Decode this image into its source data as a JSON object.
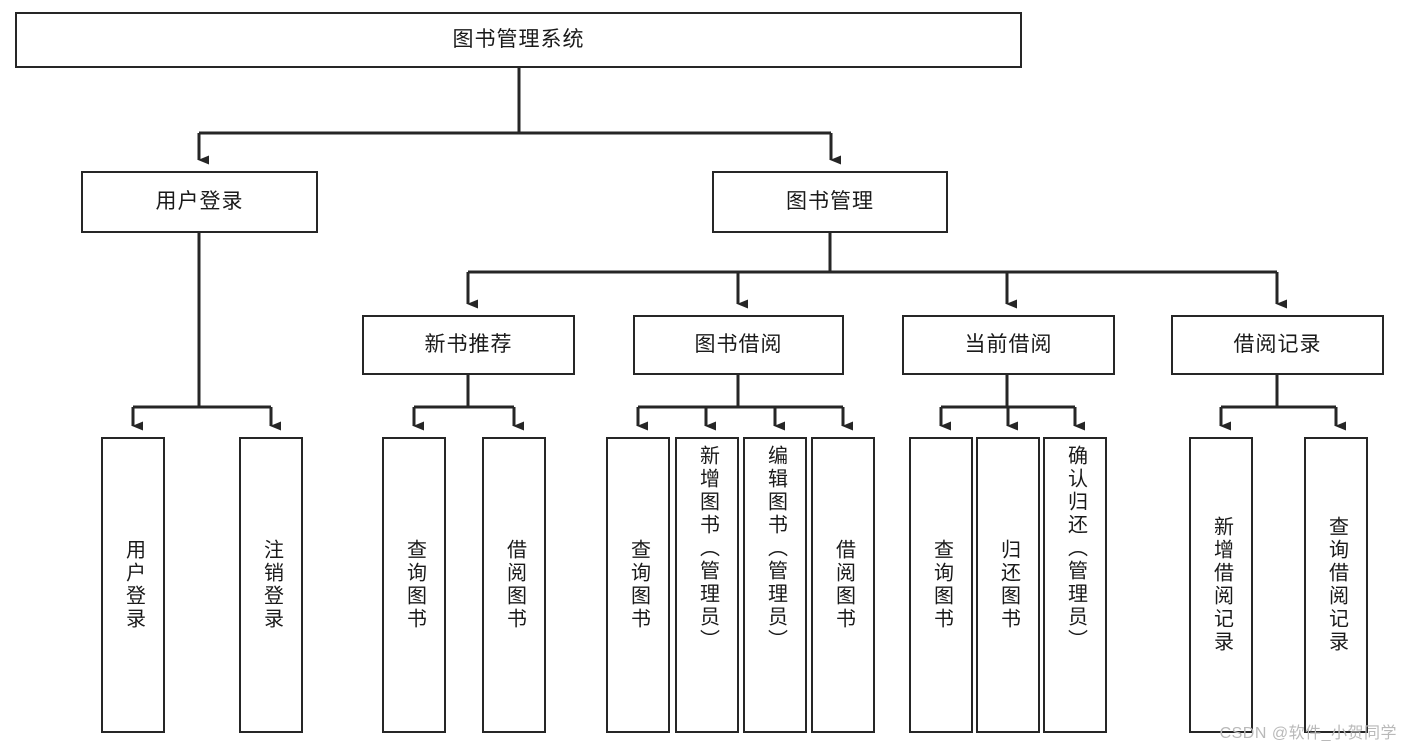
{
  "diagram": {
    "title": "图书管理系统",
    "watermark": "CSDN @软件_小贺同学",
    "colors": {
      "stroke": "#262626",
      "fill": "#ffffff",
      "text": "#1a1a1a",
      "watermark": "#b9b9b9"
    },
    "nodes": {
      "root": {
        "label": "图书管理系统"
      },
      "level2": [
        {
          "id": "user-login",
          "label": "用户登录"
        },
        {
          "id": "book-manage",
          "label": "图书管理"
        }
      ],
      "level3": [
        {
          "id": "new-book-recommend",
          "label": "新书推荐"
        },
        {
          "id": "book-borrow",
          "label": "图书借阅"
        },
        {
          "id": "current-borrow",
          "label": "当前借阅"
        },
        {
          "id": "borrow-record",
          "label": "借阅记录"
        }
      ],
      "leaves": [
        {
          "id": "leaf-user-login",
          "label": "用户登录",
          "parent": "user-login"
        },
        {
          "id": "leaf-logout-login",
          "label": "注销登录",
          "parent": "user-login"
        },
        {
          "id": "leaf-query-book-1",
          "label": "查询图书",
          "parent": "new-book-recommend"
        },
        {
          "id": "leaf-borrow-book-1",
          "label": "借阅图书",
          "parent": "new-book-recommend"
        },
        {
          "id": "leaf-query-book-2",
          "label": "查询图书",
          "parent": "book-borrow"
        },
        {
          "id": "leaf-add-book",
          "label": "新增图书（管理员）",
          "parent": "book-borrow"
        },
        {
          "id": "leaf-edit-book",
          "label": "编辑图书（管理员）",
          "parent": "book-borrow"
        },
        {
          "id": "leaf-borrow-book-2",
          "label": "借阅图书",
          "parent": "book-borrow"
        },
        {
          "id": "leaf-query-book-3",
          "label": "查询图书",
          "parent": "current-borrow"
        },
        {
          "id": "leaf-return-book",
          "label": "归还图书",
          "parent": "current-borrow"
        },
        {
          "id": "leaf-confirm-return",
          "label": "确认归还（管理员）",
          "parent": "current-borrow"
        },
        {
          "id": "leaf-add-record",
          "label": "新增借阅记录",
          "parent": "borrow-record"
        },
        {
          "id": "leaf-query-record",
          "label": "查询借阅记录",
          "parent": "borrow-record"
        }
      ]
    }
  }
}
